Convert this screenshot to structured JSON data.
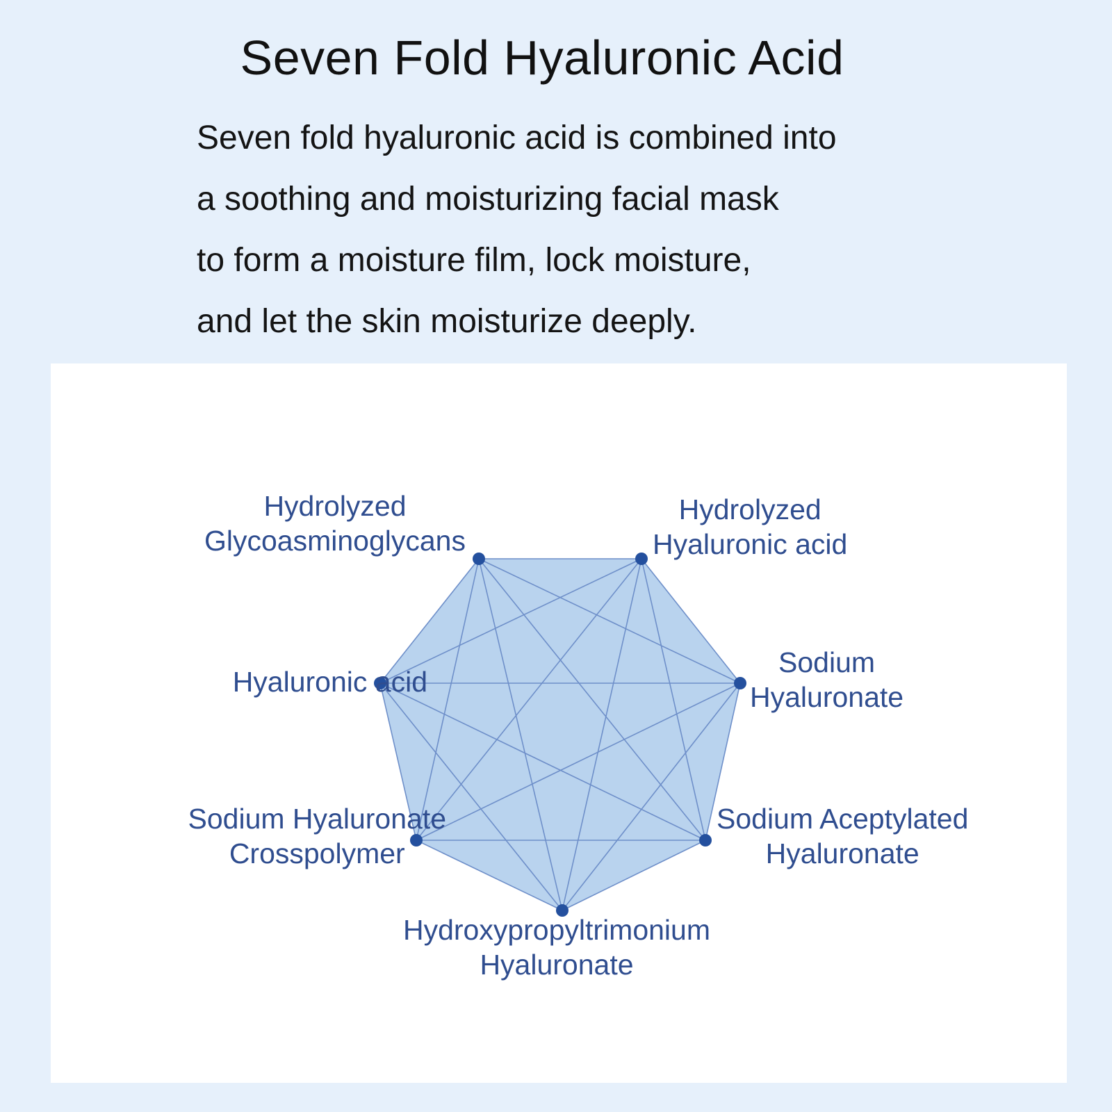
{
  "header": {
    "title": "Seven Fold Hyaluronic Acid",
    "description_lines": [
      "Seven fold hyaluronic acid is combined into",
      "a soothing and moisturizing facial mask",
      "to form a moisture film, lock moisture,",
      "and let the skin moisturize deeply."
    ]
  },
  "diagram": {
    "nodes": [
      {
        "id": "top-left",
        "label_lines": [
          "Hydrolyzed",
          "Glycoasminoglycans"
        ]
      },
      {
        "id": "top-right",
        "label_lines": [
          "Hydrolyzed",
          "Hyaluronic acid"
        ]
      },
      {
        "id": "right",
        "label_lines": [
          "Sodium",
          "Hyaluronate"
        ]
      },
      {
        "id": "bottom-right",
        "label_lines": [
          "Sodium Aceptylated",
          "Hyaluronate"
        ]
      },
      {
        "id": "bottom",
        "label_lines": [
          "Hydroxypropyltrimonium",
          "Hyaluronate"
        ]
      },
      {
        "id": "bottom-left",
        "label_lines": [
          "Sodium Hyaluronate",
          "Crosspolymer"
        ]
      },
      {
        "id": "left",
        "label_lines": [
          "Hyaluronic acid"
        ]
      }
    ],
    "colors": {
      "page_background": "#e6f0fb",
      "panel_background": "#ffffff",
      "heptagon_fill": "#b9d3ee",
      "line": "#6e8fc9",
      "node_dot": "#24509e",
      "label_text": "#2f4d8f"
    }
  }
}
